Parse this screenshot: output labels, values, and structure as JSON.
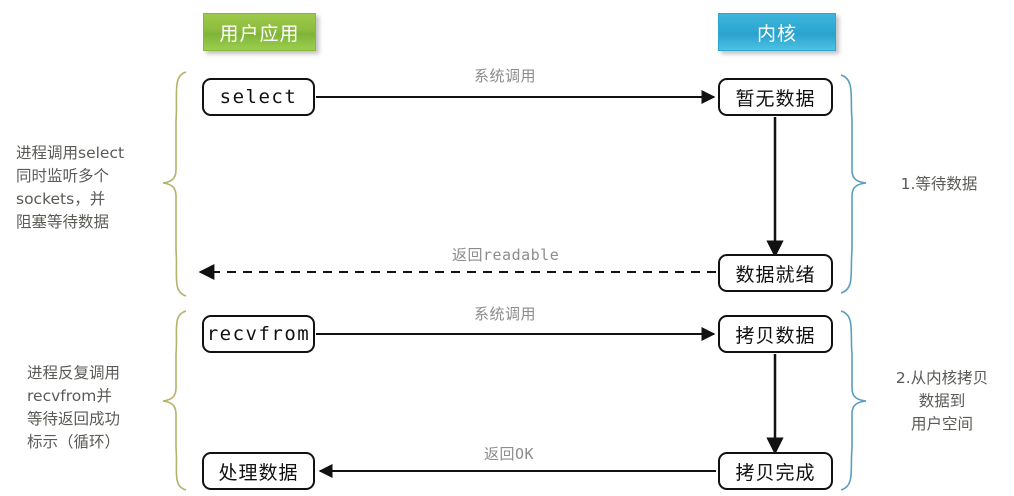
{
  "diagram": {
    "title": "select / recvfrom I/O multiplexing sequence diagram",
    "colors": {
      "user_pill": "#8cbd3e",
      "kernel_pill": "#2da8d2",
      "left_brace": "#b5b26a",
      "right_brace": "#5a9ec0",
      "node_border": "#111111",
      "label_text": "#8c8c8c",
      "side_text": "#5a5a56"
    },
    "headers": [
      {
        "id": "user",
        "label": "用户应用"
      },
      {
        "id": "kernel",
        "label": "内核"
      }
    ],
    "nodes": [
      {
        "id": "select",
        "label": "select",
        "column": "user",
        "style": "mono"
      },
      {
        "id": "no-data",
        "label": "暂无数据",
        "column": "kernel",
        "style": "cjk"
      },
      {
        "id": "data-ready",
        "label": "数据就绪",
        "column": "kernel",
        "style": "cjk"
      },
      {
        "id": "recvfrom",
        "label": "recvfrom",
        "column": "user",
        "style": "mono"
      },
      {
        "id": "copy-data",
        "label": "拷贝数据",
        "column": "kernel",
        "style": "cjk"
      },
      {
        "id": "copy-done",
        "label": "拷贝完成",
        "column": "kernel",
        "style": "cjk"
      },
      {
        "id": "handle-data",
        "label": "处理数据",
        "column": "user",
        "style": "cjk"
      }
    ],
    "arrows": [
      {
        "id": "syscall-select",
        "label": "系统调用",
        "from": "select",
        "to": "no-data",
        "style": "solid",
        "direction": "right"
      },
      {
        "id": "kernel-wait-1",
        "label": "",
        "from": "no-data",
        "to": "data-ready",
        "style": "solid",
        "direction": "down"
      },
      {
        "id": "return-readable",
        "label": "返回readable",
        "from": "data-ready",
        "to": "select",
        "style": "dashed",
        "direction": "left"
      },
      {
        "id": "syscall-recvfrom",
        "label": "系统调用",
        "from": "recvfrom",
        "to": "copy-data",
        "style": "solid",
        "direction": "right"
      },
      {
        "id": "kernel-copy",
        "label": "",
        "from": "copy-data",
        "to": "copy-done",
        "style": "solid",
        "direction": "down"
      },
      {
        "id": "return-ok",
        "label": "返回OK",
        "from": "copy-done",
        "to": "handle-data",
        "style": "solid",
        "direction": "left"
      }
    ],
    "annotations": {
      "left": [
        {
          "id": "left-note-1",
          "text": "进程调用select\n同时监听多个\nsockets，并\n阻塞等待数据"
        },
        {
          "id": "left-note-2",
          "text": "进程反复调用\nrecvfrom并\n等待返回成功\n标示（循环）"
        }
      ],
      "right": [
        {
          "id": "right-note-1",
          "text": "1.等待数据"
        },
        {
          "id": "right-note-2",
          "text": "2.从内核拷贝\n数据到\n用户空间"
        }
      ]
    }
  }
}
